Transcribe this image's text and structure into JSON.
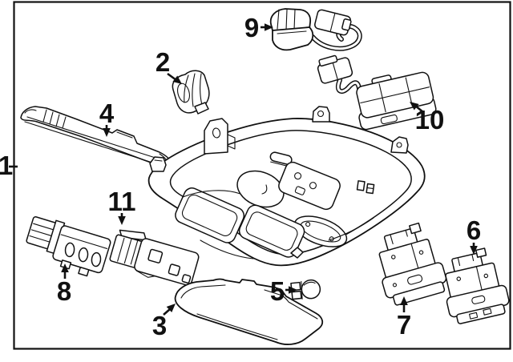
{
  "colors": {
    "line": "#111111",
    "background": "#ffffff"
  },
  "callouts": [
    {
      "number": "1"
    },
    {
      "number": "2"
    },
    {
      "number": "3"
    },
    {
      "number": "4"
    },
    {
      "number": "5"
    },
    {
      "number": "6"
    },
    {
      "number": "7"
    },
    {
      "number": "8"
    },
    {
      "number": "9"
    },
    {
      "number": "10"
    },
    {
      "number": "11"
    }
  ]
}
